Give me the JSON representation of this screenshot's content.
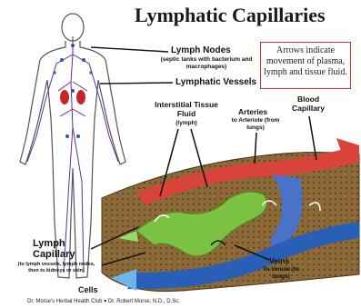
{
  "title": "Lymphatic Capillaries",
  "note": "Arrows indicate movement of plasma, lymph and tissue fluid.",
  "labels": {
    "lymph_nodes": "Lymph Nodes",
    "lymph_nodes_sub": "(septic tanks with bacterium and macrophages)",
    "lymphatic_vessels": "Lymphatic Vessels",
    "interstitial": "Interstitial Tissue Fluid",
    "interstitial_sub": "(lymph)",
    "arteries": "Arteries",
    "arteries_sub": "to Arteriole (from lungs)",
    "blood_capillary": "Blood Capillary",
    "lymph_capillary": "Lymph Capillary",
    "lymph_capillary_sub": "(to lymph vessels, lymph nodes, then to kidneys or skin)",
    "cells": "Cells",
    "veins": "Veins",
    "veins_sub": "To Venule (to lungs)"
  },
  "footer": {
    "left": "Dr. Morse's Herbal Health Club",
    "sep": "▾",
    "right": "Dr. Robert Morse, N.D., D.Sc."
  },
  "colors": {
    "artery": "#d9433a",
    "vein": "#2a5fb8",
    "lymph": "#7cc242",
    "tissue": "#8a6a3a",
    "note_border": "#c0392b"
  }
}
